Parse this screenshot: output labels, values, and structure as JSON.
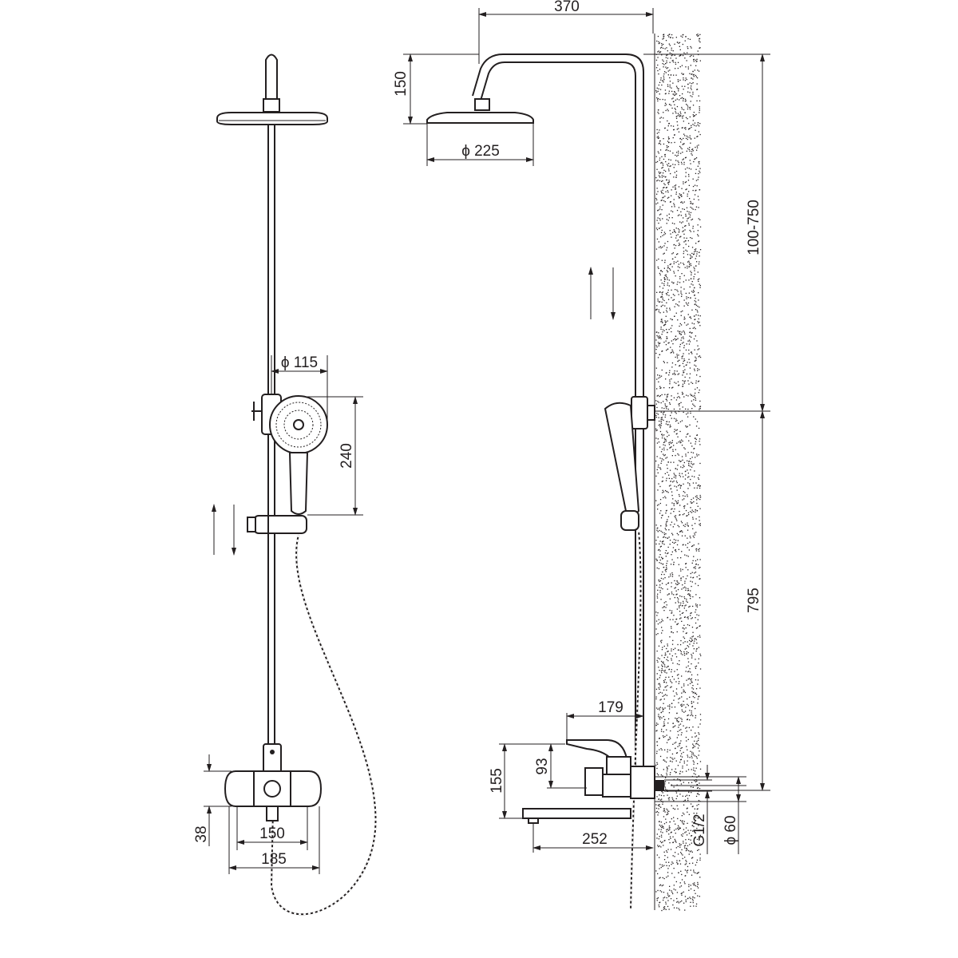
{
  "title": "Shower system dimension drawing",
  "front_view": {
    "hand_shower_diameter": "ϕ 115",
    "hand_shower_height": "240",
    "mixer_height": "38",
    "mixer_centers": "150",
    "mixer_width": "185"
  },
  "side_view": {
    "arm_projection": "370",
    "head_height": "150",
    "head_diameter": "ϕ 225",
    "adjustable_range": "100-750",
    "rail_height": "795",
    "lever_projection": "179",
    "lever_height": "93",
    "mixer_height": "155",
    "spout_projection": "252",
    "connection_thread": "G1/2",
    "escutcheon_diameter": "ϕ 60"
  }
}
